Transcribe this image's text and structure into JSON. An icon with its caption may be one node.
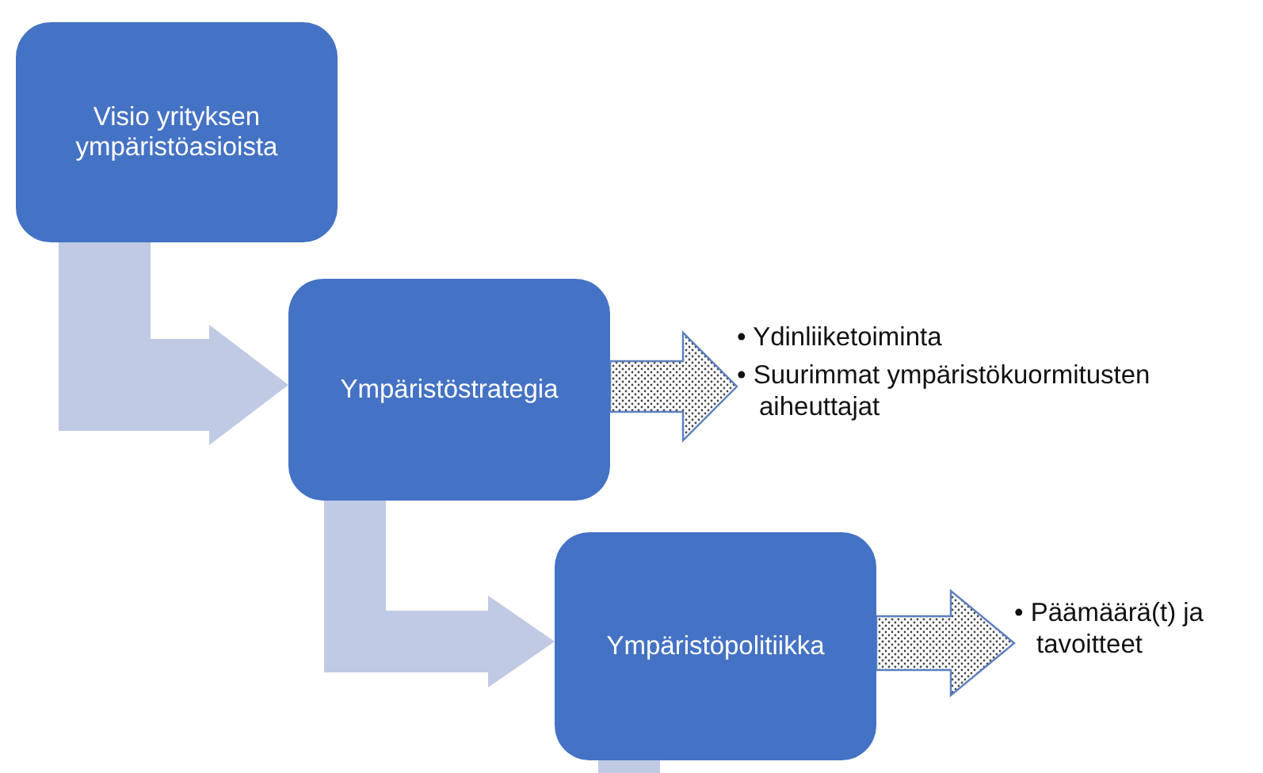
{
  "diagram": {
    "nodes": [
      {
        "text": [
          "Visio yrityksen ympäristöasioista"
        ]
      },
      {
        "text": [
          "Ympäristöstrategia"
        ]
      },
      {
        "text": [
          "Ympäristöpolitiikka"
        ]
      },
      {
        "text": [
          "• Ydinliiketoiminta",
          "• Suurimmat ympäristökuormitusten aiheuttajat"
        ]
      },
      {
        "text": [
          "• Päämäärä(t) ja tavoitteet"
        ]
      }
    ],
    "edges": [
      {
        "from": 0,
        "to": 1,
        "arrow": "to",
        "color": "#c0cae4"
      },
      {
        "from": 1,
        "to": 3,
        "arrow": "to"
      },
      {
        "from": 1,
        "to": 2,
        "arrow": "to",
        "color": "#c0cae4"
      },
      {
        "from": 2,
        "to": 4,
        "arrow": "to"
      },
      {
        "from": 2,
        "to": null,
        "arrow": "none",
        "color": "#c0cae4"
      }
    ]
  }
}
